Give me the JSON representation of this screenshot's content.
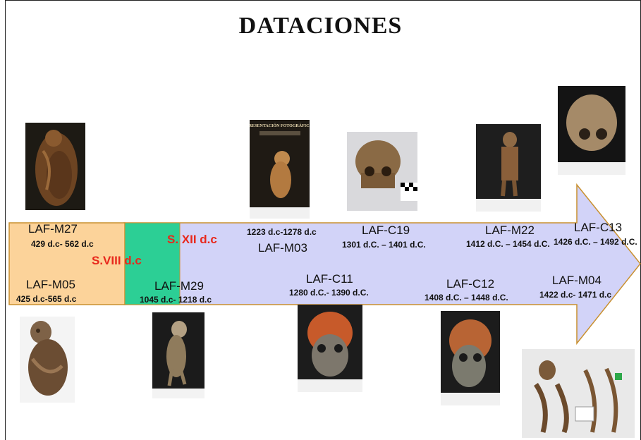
{
  "title": "DATACIONES",
  "eras": {
    "s8": "S.VIII d.c",
    "s12": "S. XII d.c"
  },
  "poster_text": "PRESENTACIÓN FOTOGRÁFICA",
  "entries": [
    {
      "code": "LAF-M27",
      "date": "429 d.c- 562 d.c"
    },
    {
      "code": "LAF-M05",
      "date": "425 d.c-565 d.c"
    },
    {
      "code": "LAF-M29",
      "date": "1045 d.c- 1218 d.c"
    },
    {
      "code": "LAF-M03",
      "date": "1223 d.c-1278 d.c"
    },
    {
      "code": "LAF-C19",
      "date": "1301 d.C. – 1401 d.C."
    },
    {
      "code": "LAF-C11",
      "date": "1280 d.C.- 1390 d.C."
    },
    {
      "code": "LAF-M22",
      "date": "1412 d.C. – 1454 d.C."
    },
    {
      "code": "LAF-C12",
      "date": "1408 d.C. – 1448 d.C."
    },
    {
      "code": "LAF-C13",
      "date": "1426 d.C. – 1492 d.C."
    },
    {
      "code": "LAF-M04",
      "date": "1422 d.c- 1471 d.c"
    }
  ],
  "colors": {
    "orange": "#fcd39a",
    "green": "#2ccf95",
    "lavender": "#d2d3f8",
    "border": "#c9902f",
    "era_red": "#e8281c"
  }
}
